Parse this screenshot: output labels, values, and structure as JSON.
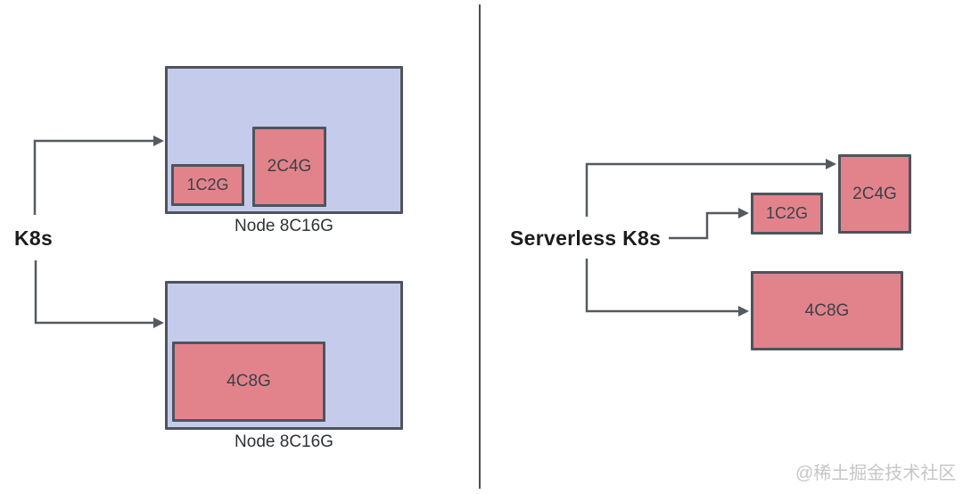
{
  "diagram": {
    "left": {
      "title": "K8s",
      "nodes": [
        {
          "label": "Node 8C16G",
          "pods": [
            "1C2G",
            "2C4G"
          ]
        },
        {
          "label": "Node 8C16G",
          "pods": [
            "4C8G"
          ]
        }
      ]
    },
    "right": {
      "title": "Serverless K8s",
      "pods": [
        "2C4G",
        "1C2G",
        "4C8G"
      ]
    }
  },
  "watermark": "@稀土掘金技术社区",
  "colors": {
    "node_fill": "#c5cbeb",
    "pod_fill": "#e2838c",
    "box_border": "#4e545c",
    "connector_line": "#555a60",
    "divider": "#4a4e53",
    "title_text": "#1c1c1c",
    "watermark_text": "#c6c6c6"
  }
}
